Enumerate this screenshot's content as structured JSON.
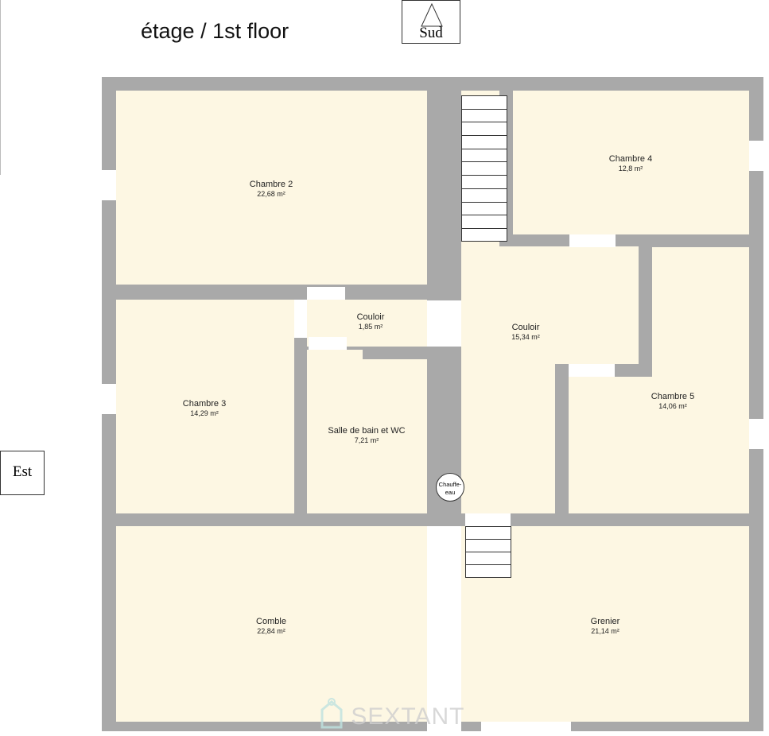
{
  "title": "étage / 1st floor",
  "compass": {
    "south": "Sud",
    "east": "Est"
  },
  "rooms": {
    "chambre2": {
      "name": "Chambre 2",
      "area": "22,68 m²"
    },
    "chambre4": {
      "name": "Chambre 4",
      "area": "12,8 m²"
    },
    "couloir_small": {
      "name": "Couloir",
      "area": "1,85 m²"
    },
    "couloir": {
      "name": "Couloir",
      "area": "15,34 m²"
    },
    "chambre3": {
      "name": "Chambre 3",
      "area": "14,29 m²"
    },
    "sdb": {
      "name": "Salle de bain et WC",
      "area": "7,21 m²"
    },
    "chambre5": {
      "name": "Chambre 5",
      "area": "14,06 m²"
    },
    "comble": {
      "name": "Comble",
      "area": "22,84 m²"
    },
    "grenier": {
      "name": "Grenier",
      "area": "21,14 m²"
    }
  },
  "fixtures": {
    "water_heater": "Chauffe-eau"
  },
  "watermark": "SEXTANT",
  "colors": {
    "wall": "#a9a9a9",
    "room": "#fdf7e3"
  }
}
